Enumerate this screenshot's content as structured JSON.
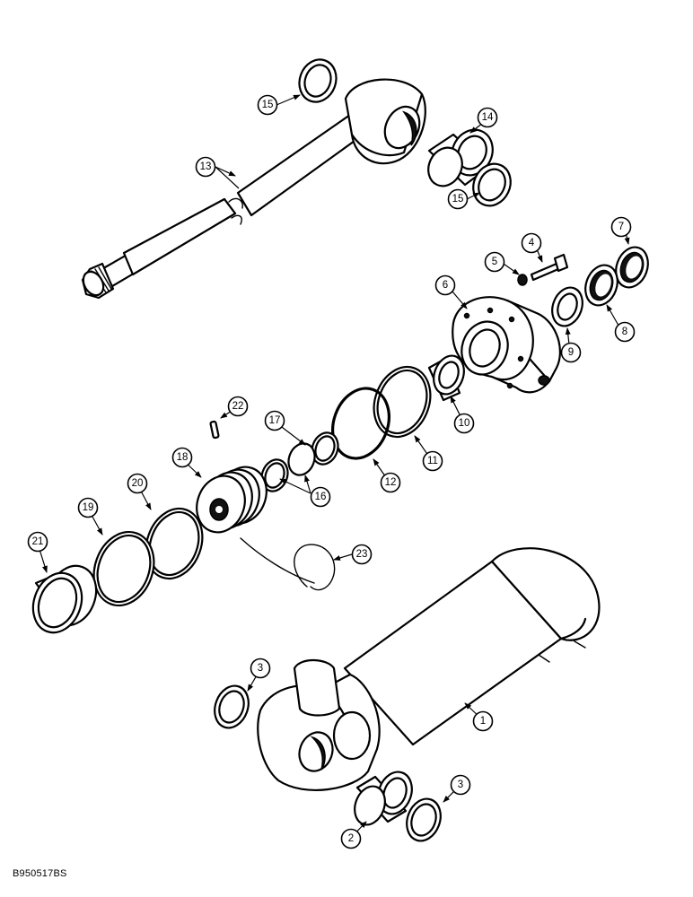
{
  "figure": {
    "code": "B950517BS",
    "callouts": [
      "1",
      "2",
      "3",
      "3",
      "4",
      "5",
      "6",
      "7",
      "8",
      "9",
      "10",
      "11",
      "12",
      "13",
      "14",
      "15",
      "15",
      "16",
      "17",
      "18",
      "19",
      "20",
      "21",
      "22",
      "23"
    ]
  }
}
